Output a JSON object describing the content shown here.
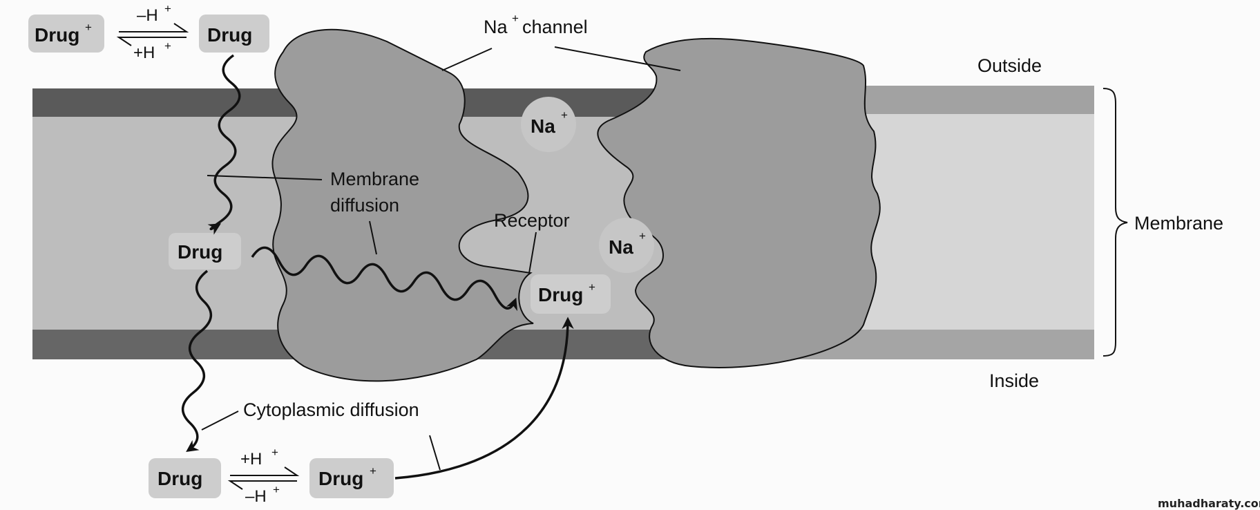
{
  "species": {
    "drug_plus": "Drug",
    "drug": "Drug",
    "plus_sign": "+",
    "na": "Na",
    "minus_h": "–H",
    "plus_h": "+H"
  },
  "labels": {
    "na_channel": "channel",
    "outside": "Outside",
    "inside": "Inside",
    "membrane": "Membrane",
    "membrane_diffusion_line1": "Membrane",
    "membrane_diffusion_line2": "diffusion",
    "receptor": "Receptor",
    "cytoplasmic_diffusion": "Cytoplasmic diffusion"
  },
  "watermark": "muhadharaty.com",
  "colors": {
    "channel_fill": "#9c9c9c",
    "membrane_dark_band": "#5a5a5a",
    "membrane_core": "#bdbdbd",
    "molecule_box": "#cdcdcd"
  }
}
